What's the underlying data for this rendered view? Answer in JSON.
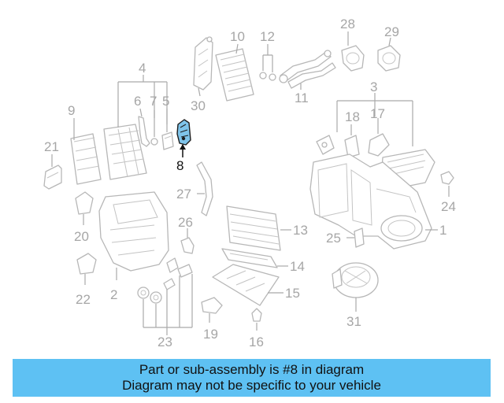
{
  "diagram": {
    "callouts": {
      "c1": "1",
      "c2": "2",
      "c3": "3",
      "c4": "4",
      "c5": "5",
      "c6": "6",
      "c7": "7",
      "c8": "8",
      "c9": "9",
      "c10": "10",
      "c11": "11",
      "c12": "12",
      "c13": "13",
      "c14": "14",
      "c15": "15",
      "c16": "16",
      "c17": "17",
      "c18": "18",
      "c19": "19",
      "c20": "20",
      "c21": "21",
      "c22": "22",
      "c23": "23",
      "c24": "24",
      "c25": "25",
      "c26": "26",
      "c27": "27",
      "c28": "28",
      "c29": "29",
      "c30": "30",
      "c31": "31"
    },
    "highlighted_part": "8",
    "highlight_color": "#7fc4ea"
  },
  "footer": {
    "line1": "Part or sub-assembly is #8 in diagram",
    "line2": "Diagram may not be specific to your vehicle",
    "background_color": "#5ec1f3"
  }
}
